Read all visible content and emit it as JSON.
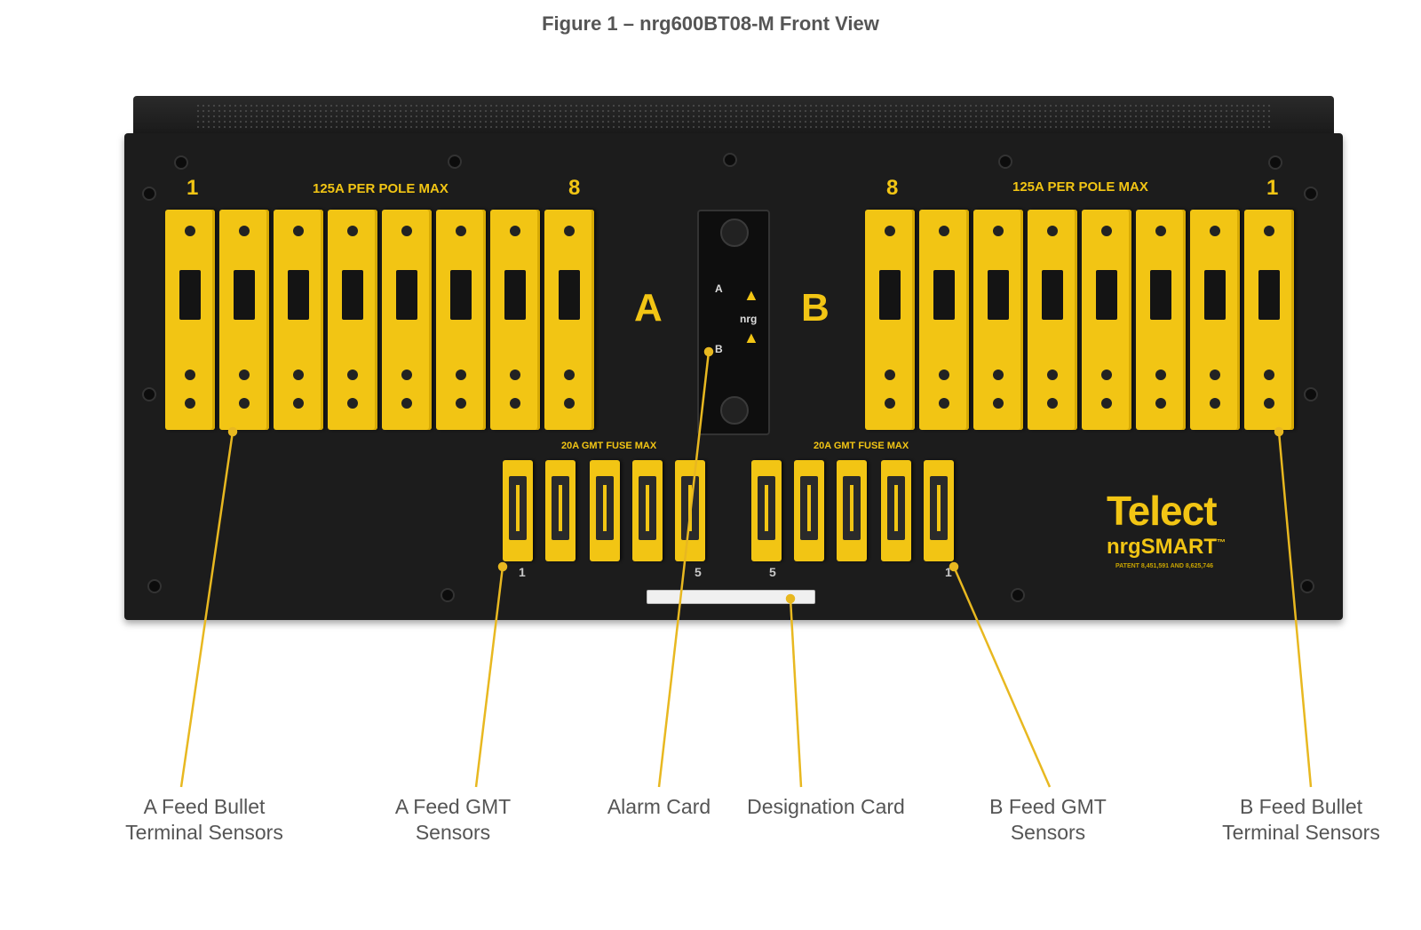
{
  "title": "Figure 1 – nrg600BT08-M Front  View",
  "panel": {
    "left_num_a": "1",
    "left_max": "125A PER POLE MAX",
    "left_num_b": "8",
    "right_num_a": "8",
    "right_max": "125A PER POLE MAX",
    "right_num_b": "1",
    "feed_a": "A",
    "feed_b": "B",
    "fuse_max_a": "20A GMT FUSE MAX",
    "fuse_max_b": "20A GMT FUSE MAX",
    "fuse_labels": [
      "1",
      "5",
      "5",
      "1"
    ],
    "alarm_labels": [
      "A",
      "nrg",
      "B"
    ]
  },
  "brand": {
    "logo": "Telect",
    "product": "nrgSMART",
    "trademark": "™",
    "patent": "PATENT 8,451,591 AND 8,625,746"
  },
  "callouts": [
    {
      "line1": "A Feed Bullet",
      "line2": "Terminal Sensors"
    },
    {
      "line1": "A Feed GMT",
      "line2": "Sensors"
    },
    {
      "line1": "Alarm Card",
      "line2": ""
    },
    {
      "line1": "Designation Card",
      "line2": ""
    },
    {
      "line1": "B Feed GMT",
      "line2": "Sensors"
    },
    {
      "line1": "B Feed Bullet",
      "line2": "Terminal Sensors"
    }
  ],
  "colors": {
    "accent": "#f2c514",
    "chassis": "#1c1c1c",
    "leader": "#e8b820"
  }
}
